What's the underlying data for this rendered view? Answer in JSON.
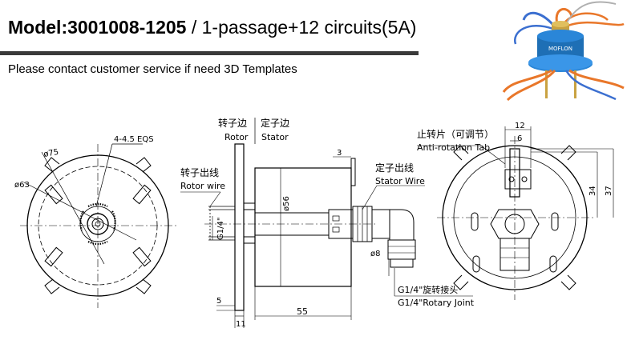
{
  "header": {
    "model_label": "Model:3001008-1205",
    "separator": " / ",
    "spec": "1-passage+12 circuits(5A)"
  },
  "subtitle": "Please contact customer service if need 3D Templates",
  "product_photo": {
    "colors": {
      "body": "#1e6fb5",
      "flange": "#2a86d8",
      "brass": "#c9a241",
      "wire_orange": "#e9772a",
      "wire_blue": "#3b6fd0"
    },
    "logo_text": "MOFLON"
  },
  "front_view": {
    "dim_outer": "ø75",
    "dim_bolt_circle": "ø63",
    "dim_holes": "4-4.5 EQS"
  },
  "side_view": {
    "rotor_cn": "转子边",
    "rotor_en": "Rotor",
    "stator_cn": "定子边",
    "stator_en": "Stator",
    "rotor_wire_cn": "转子出线",
    "rotor_wire_en": "Rotor wire",
    "stator_wire_cn": "定子出线",
    "stator_wire_en": "Stator Wire",
    "dim_3": "3",
    "dim_56": "ø56",
    "dim_g14": "G1/4\"",
    "dim_8": "ø8",
    "dim_5": "5",
    "dim_11": "11",
    "dim_55": "55",
    "joint_cn": "G1/4\"旋转接头",
    "joint_en": "G1/4\"Rotary Joint"
  },
  "back_view": {
    "tab_cn": "止转片（可调节）",
    "tab_en": "Anti-rotation Tab",
    "dim_12": "12",
    "dim_6": "6",
    "dim_34": "34",
    "dim_37": "37"
  }
}
